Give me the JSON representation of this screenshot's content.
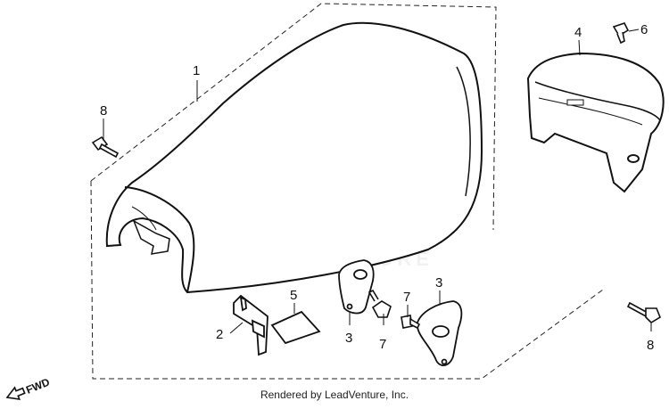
{
  "diagram": {
    "callouts": {
      "seat": "1",
      "bracket_left": "2",
      "plate_center": "3",
      "plate_right": "3",
      "rear_cowl": "4",
      "label_plate": "5",
      "bolt_top": "6",
      "bolt_center": "7",
      "bolt_right_top": "7",
      "bolt_left": "8",
      "bolt_right": "8"
    },
    "fwd_label": "FWD",
    "watermark": "LEADVENTURE",
    "footer": "Rendered by LeadVenture, Inc."
  }
}
